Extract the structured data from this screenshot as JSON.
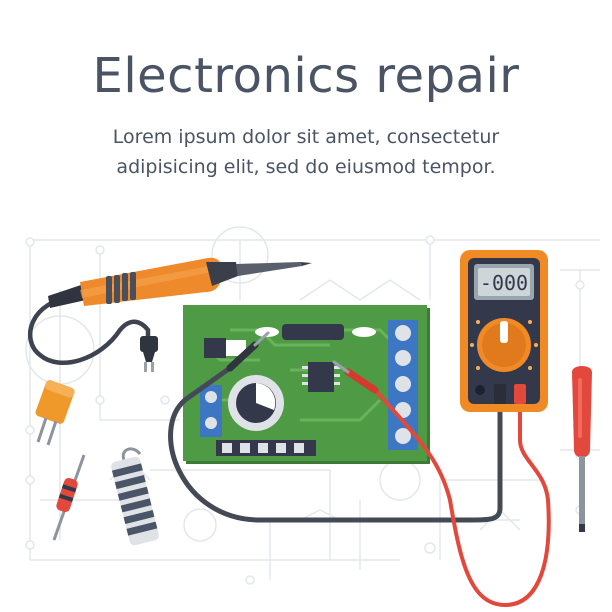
{
  "title": "Electronics repair",
  "subtitle": {
    "line1": "Lorem ipsum dolor sit amet, consectetur",
    "line2": "adipisicing elit, sed do eiusmod tempor."
  },
  "multimeter": {
    "display": "-000"
  },
  "colors": {
    "text": "#4a5465",
    "pcb": "#4f9a45",
    "pcb_dark": "#3d7a35",
    "multimeter_body": "#f08a24",
    "multimeter_panel": "#33384a",
    "probe_red": "#e2483b",
    "wire_dark": "#444a55",
    "schematic": "#e3e7ec"
  }
}
